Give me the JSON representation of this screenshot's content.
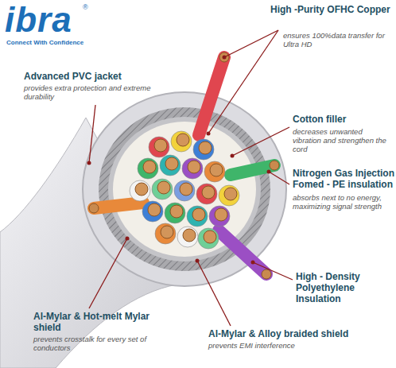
{
  "diagram": {
    "labels": [
      "ibra",
      "®",
      "Connect With Confidence",
      "Advanced PVC jacket",
      "provides extra protection and extreme durability",
      "High -Purity OFHC Copper",
      "ensures 100%data transfer for Ultra HD",
      "Cotton filler",
      "decreases unwanted vibration and strengthen the cord",
      "Nitrogen Gas Injection Fomed - PE insulation",
      "absorbs next to no energy, maximizing signal strength",
      "High - Density Polyethylene Insulation",
      "Al-Mylar & Hot-melt Mylar shield",
      "prevents crosstalk for every set of conductors",
      "Al-Mylar & Alloy braided shield",
      "prevents EMI interference"
    ]
  }
}
